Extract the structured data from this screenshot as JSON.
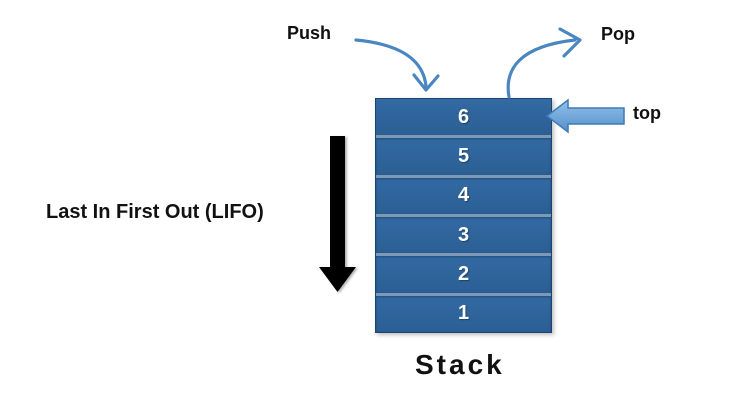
{
  "labels": {
    "push": "Push",
    "pop": "Pop",
    "top": "top",
    "lifo": "Last In First Out (LIFO)",
    "stack_title": "Stack"
  },
  "stack": {
    "cells": [
      "6",
      "5",
      "4",
      "3",
      "2",
      "1"
    ]
  },
  "colors": {
    "text": "#111111",
    "cell_fill": "#2B5F94",
    "cell_fill_light": "#336AA3",
    "cell_text": "#FFFFFF",
    "divider": "#7E99B5",
    "stack_border": "#1C4472",
    "arrow_blue": "#4A86C2",
    "top_arrow_light": "#93C1E8",
    "top_arrow_dark": "#5590CB",
    "top_arrow_border": "#3F7BB8",
    "black_arrow": "#000000"
  }
}
